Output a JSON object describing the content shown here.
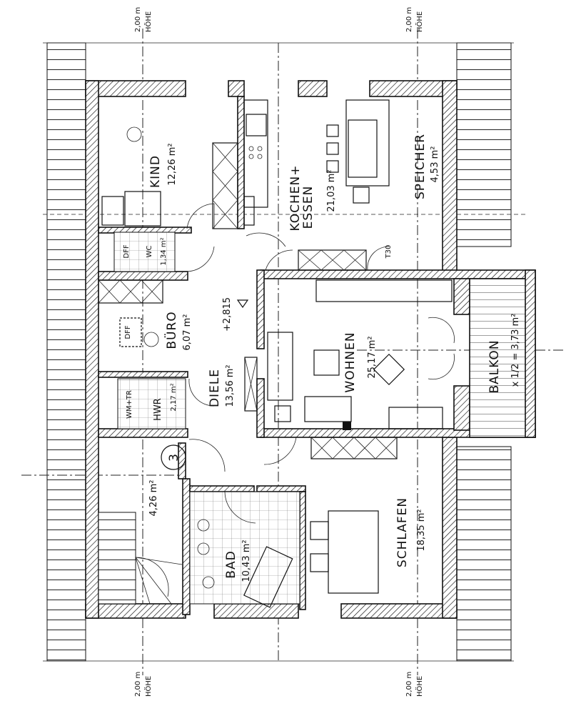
{
  "heights": {
    "top_left": {
      "value": "2,00 m",
      "label": "HÖHE"
    },
    "top_right": {
      "value": "2,00 m",
      "label": "HÖHE"
    },
    "bottom_left": {
      "value": "2,00 m",
      "label": "HÖHE"
    },
    "bottom_right": {
      "value": "2,00 m",
      "label": "HÖHE"
    }
  },
  "rooms": {
    "kind": {
      "name": "KIND",
      "area": "12,26 m²"
    },
    "kochen": {
      "name1": "KOCHEN+",
      "name2": "ESSEN",
      "area": "21,03 m²"
    },
    "speicher": {
      "name": "SPEICHER",
      "area": "4,53 m²"
    },
    "wc": {
      "name": "WC",
      "tag": "DFF",
      "area": "1,34 m²"
    },
    "buero": {
      "name": "BÜRO",
      "tag": "DFF",
      "area": "6,07 m²"
    },
    "diele": {
      "name": "DIELE",
      "area": "13,56 m²",
      "level": "+2,815"
    },
    "hwr": {
      "name": "HWR",
      "tag": "WM+TR",
      "area": "2,17 m²"
    },
    "wohnen": {
      "name": "WOHNEN",
      "area": "25,17 m²"
    },
    "balkon": {
      "name": "BALKON",
      "area": "x 1/2 = 3,73 m²"
    },
    "stair_hall": {
      "area": "4,26 m²",
      "unit_number": "3"
    },
    "bad": {
      "name": "BAD",
      "area": "10,43 m²"
    },
    "schlafen": {
      "name": "SCHLAFEN",
      "area": "18,35 m²"
    }
  },
  "door_tag": "T30"
}
